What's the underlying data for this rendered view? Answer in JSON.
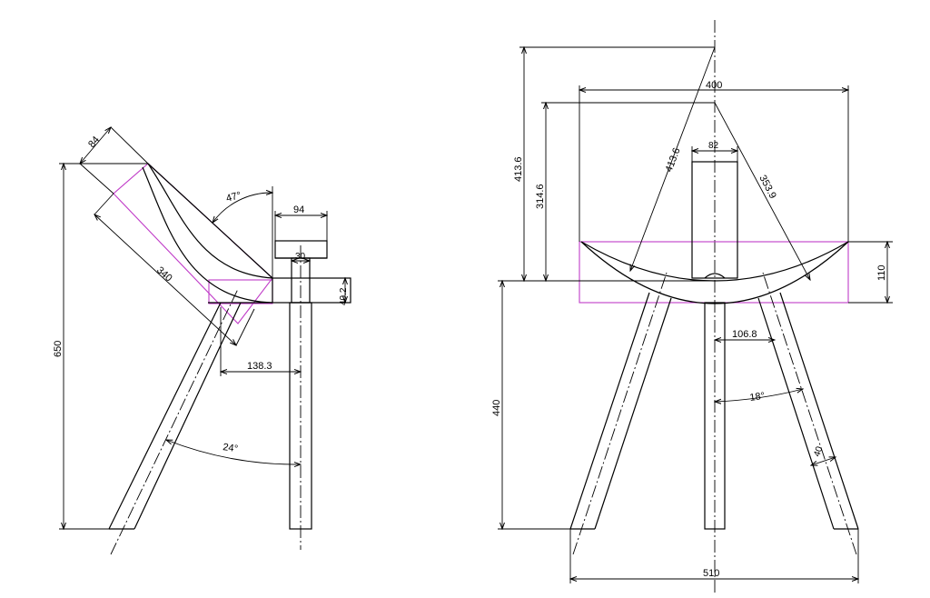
{
  "colors": {
    "line": "#000000",
    "highlight": "#c03cc8",
    "background": "#ffffff"
  },
  "side_view": {
    "dim_seat_thickness": "84",
    "dim_seat_length": "340",
    "dim_tilt_angle": "47°",
    "dim_top_width": "94",
    "dim_peg_width": "30",
    "dim_peg_height": "40.2",
    "dim_height": "650",
    "dim_offset": "138.3",
    "dim_leg_angle": "24°"
  },
  "front_view": {
    "dim_seat_width": "400",
    "dim_radius_outer": "413.6",
    "dim_arc_height_outer": "413.6",
    "dim_arc_height_inner": "314.6",
    "dim_center_width": "82",
    "dim_radius_inner": "353.9",
    "dim_seat_depth": "110",
    "dim_leg_height": "440",
    "dim_leg_offset": "106.8",
    "dim_splay_angle": "18°",
    "dim_leg_thickness": "40",
    "dim_base_width": "510"
  }
}
